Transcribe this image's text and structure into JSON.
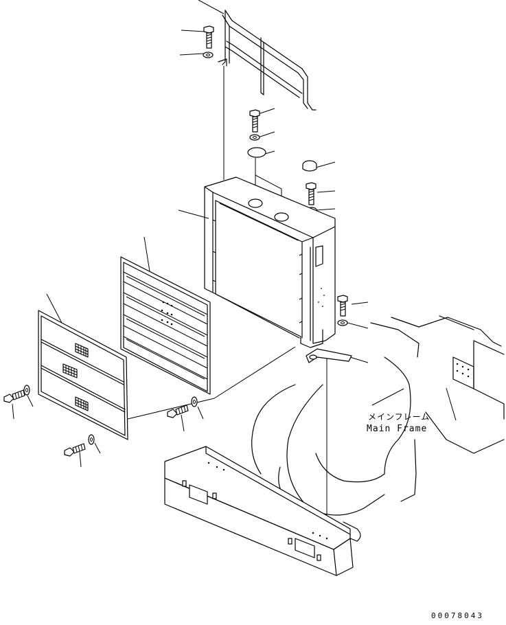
{
  "labels": {
    "main_frame_jp": "メインフレーム",
    "main_frame_en": "Main Frame",
    "drawing_code": "00078043"
  }
}
